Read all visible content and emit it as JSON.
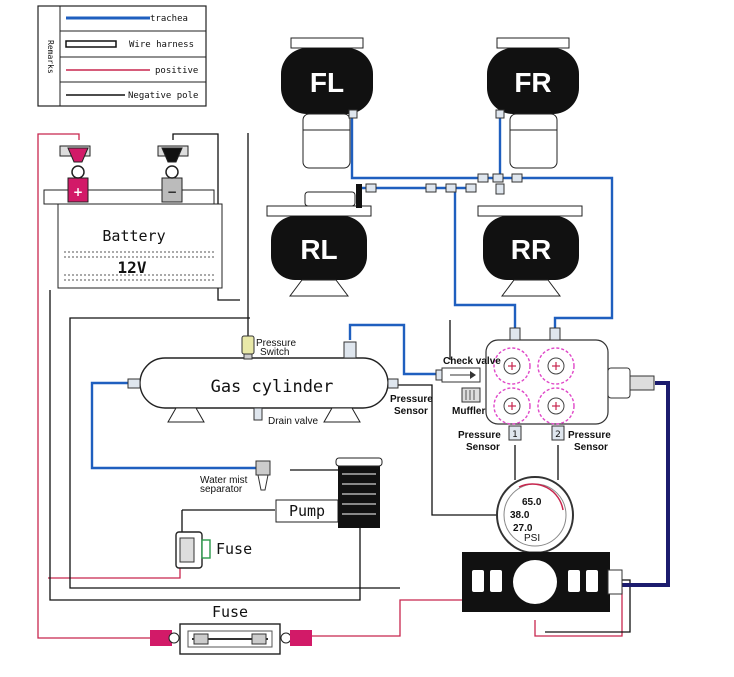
{
  "legend": {
    "title": "Remarks",
    "items": [
      {
        "label": "trachea",
        "color": "#1f5fbf"
      },
      {
        "label": "Wire harness",
        "color": "#111111"
      },
      {
        "label": "positive",
        "color": "#c8264e"
      },
      {
        "label": "Negative pole",
        "color": "#111111"
      }
    ]
  },
  "airbags": {
    "fl": "FL",
    "fr": "FR",
    "rl": "RL",
    "rr": "RR"
  },
  "battery": {
    "title": "Battery",
    "voltage": "12V",
    "plus": "+",
    "minus": "−"
  },
  "components": {
    "pressure_switch": [
      "Pressure",
      "Switch"
    ],
    "gas_cylinder": "Gas cylinder",
    "drain_valve": "Drain valve",
    "pressure_sensor_tank": [
      "Pressure",
      "Sensor"
    ],
    "check_valve": "Check valve",
    "muffler": "Muffler",
    "pressure_sensor_1": [
      "Pressure",
      "Sensor"
    ],
    "pressure_sensor_2": [
      "Pressure",
      "Sensor"
    ],
    "sensor_num_1": "1",
    "sensor_num_2": "2",
    "water_mist": [
      "Water mist",
      "separator"
    ],
    "pump": "Pump",
    "fuse_small": "Fuse",
    "fuse_inline": "Fuse"
  },
  "gauge": {
    "v1": "65.0",
    "v2": "38.0",
    "v3": "27.0",
    "unit": "PSI"
  },
  "colors": {
    "trachea": "#1f5fbf",
    "positive": "#c8264e",
    "negative": "#111111",
    "harness_dark": "#1c1c6e"
  }
}
